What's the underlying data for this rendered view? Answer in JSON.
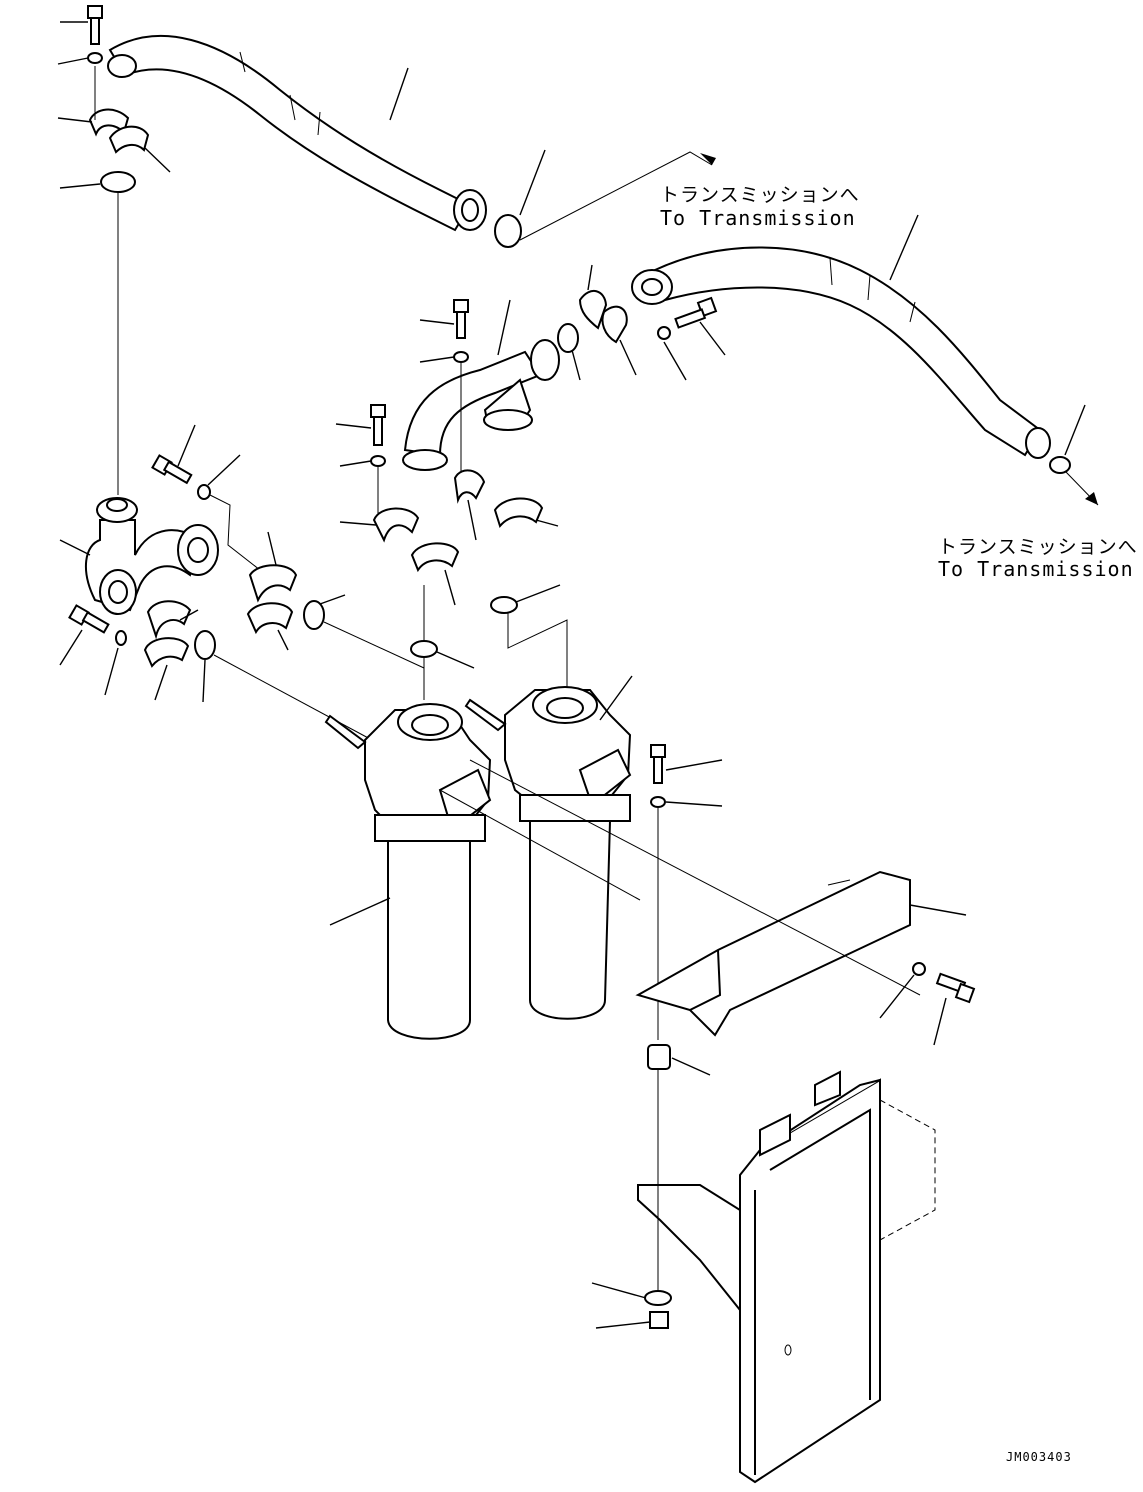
{
  "annotations": {
    "to_transmission_1": {
      "jp": "トランスミッションへ",
      "en": "To Transmission"
    },
    "to_transmission_2": {
      "jp": "トランスミッションへ",
      "en": "To Transmission"
    }
  },
  "drawing_code": "JM003403"
}
